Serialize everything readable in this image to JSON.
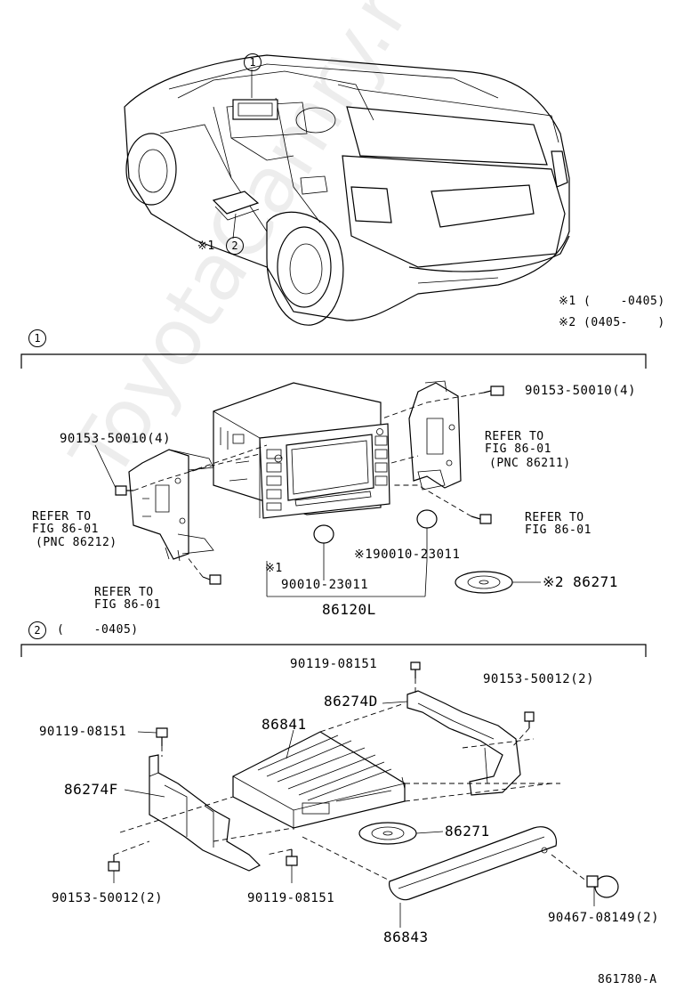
{
  "watermark": "ToyotaCamry.ru",
  "overview": {
    "callout_1": "1",
    "callout_2": "2",
    "note_mark_2": "※1",
    "legend_1": "※1 (    -0405)",
    "legend_2": "※2 (0405-    )"
  },
  "section_1": {
    "marker": "1",
    "labels": {
      "bolt_upper_right": "90153-50010(4)",
      "bolt_left": "90153-50010(4)",
      "refer_right_line1": "REFER TO",
      "refer_right_line2": "FIG 86-01",
      "refer_right_pnc": "(PNC 86211)",
      "refer_left_line1": "REFER TO",
      "refer_left_line2": "FIG 86-01",
      "refer_left_pnc": "(PNC 86212)",
      "refer_screw_right_line1": "REFER TO",
      "refer_screw_right_line2": "FIG 86-01",
      "refer_screw_left_line1": "REFER TO",
      "refer_screw_left_line2": "FIG 86-01",
      "cap_right": "※190010-23011",
      "cap_left_mark": "※1",
      "cap_left": "90010-23011",
      "disc": "※2 86271",
      "assembly": "86120L"
    }
  },
  "section_2": {
    "marker": "2",
    "header_note": "(    -0405)",
    "labels": {
      "screw_top": "90119-08151",
      "bolt_top_right": "90153-50012(2)",
      "bracket_right": "86274D",
      "screw_left": "90119-08151",
      "unit": "86841",
      "bracket_left": "86274F",
      "disc": "86271",
      "bolt_bottom_left": "90153-50012(2)",
      "screw_bottom": "90119-08151",
      "clip": "90467-08149(2)",
      "cover": "86843"
    }
  },
  "figure_code": "861780-A"
}
